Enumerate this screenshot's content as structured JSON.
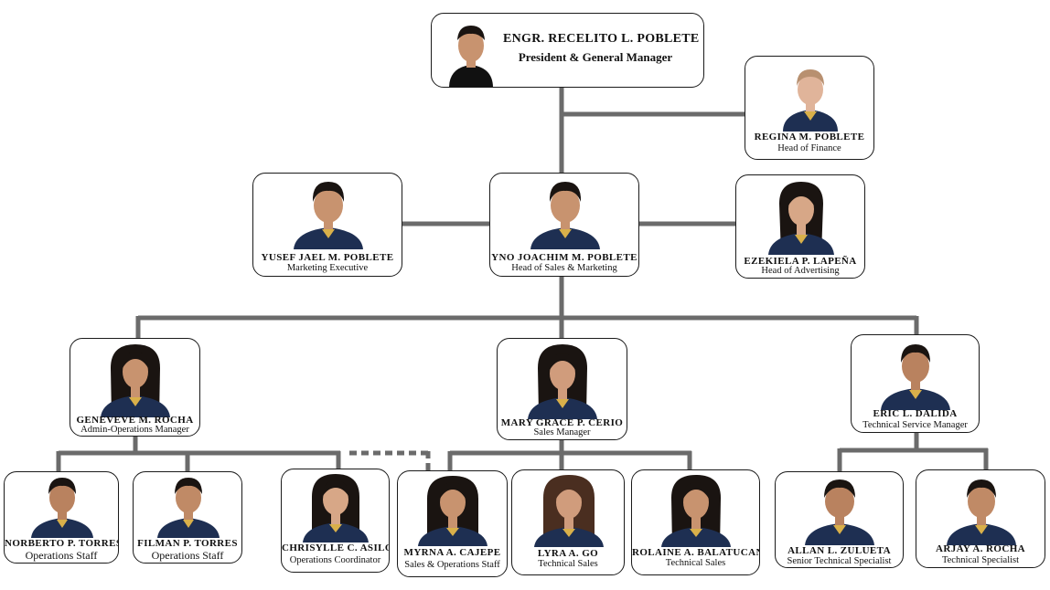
{
  "chart": {
    "president": {
      "name": "ENGR. RECELITO L. POBLETE",
      "role": "President & General Manager"
    },
    "people": [
      {
        "id": "regina",
        "name": "REGINA M. POBLETE",
        "role": "Head of Finance"
      },
      {
        "id": "yusef",
        "name": "YUSEF JAEL M. POBLETE",
        "role": "Marketing Executive"
      },
      {
        "id": "yno",
        "name": "YNO JOACHIM M. POBLETE",
        "role": "Head of Sales & Marketing"
      },
      {
        "id": "ezekiela",
        "name": "EZEKIELA P. LAPEÑA",
        "role": "Head of Advertising"
      },
      {
        "id": "geneveve",
        "name": "GENEVEVE M. ROCHA",
        "role": "Admin-Operations Manager"
      },
      {
        "id": "marygrace",
        "name": "MARY GRACE P. CERIO",
        "role": "Sales Manager"
      },
      {
        "id": "eric",
        "name": "ERIC L. DALIDA",
        "role": "Technical Service Manager"
      },
      {
        "id": "norberto",
        "name": "NORBERTO P. TORRES",
        "role": "Operations Staff"
      },
      {
        "id": "filman",
        "name": "FILMAN P. TORRES",
        "role": "Operations Staff"
      },
      {
        "id": "chrisylle",
        "name": "CHRISYLLE C. ASILO",
        "role": "Operations Coordinator"
      },
      {
        "id": "myrna",
        "name": "MYRNA A. CAJEPE",
        "role": "Sales & Operations Staff"
      },
      {
        "id": "lyra",
        "name": "LYRA A. GO",
        "role": "Technical Sales"
      },
      {
        "id": "rolaine",
        "name": "ROLAINE A. BALATUCAN",
        "role": "Technical Sales"
      },
      {
        "id": "allan",
        "name": "ALLAN L. ZULUETA",
        "role": "Senior Technical Specialist"
      },
      {
        "id": "arjay",
        "name": "ARJAY A. ROCHA",
        "role": "Technical Specialist"
      }
    ]
  },
  "colors": {
    "connector": "#6b6b6b",
    "uniform": "#1e2f52",
    "skin": "#c8936f",
    "hair": "#1a1411",
    "border": "#1a1a1a"
  }
}
